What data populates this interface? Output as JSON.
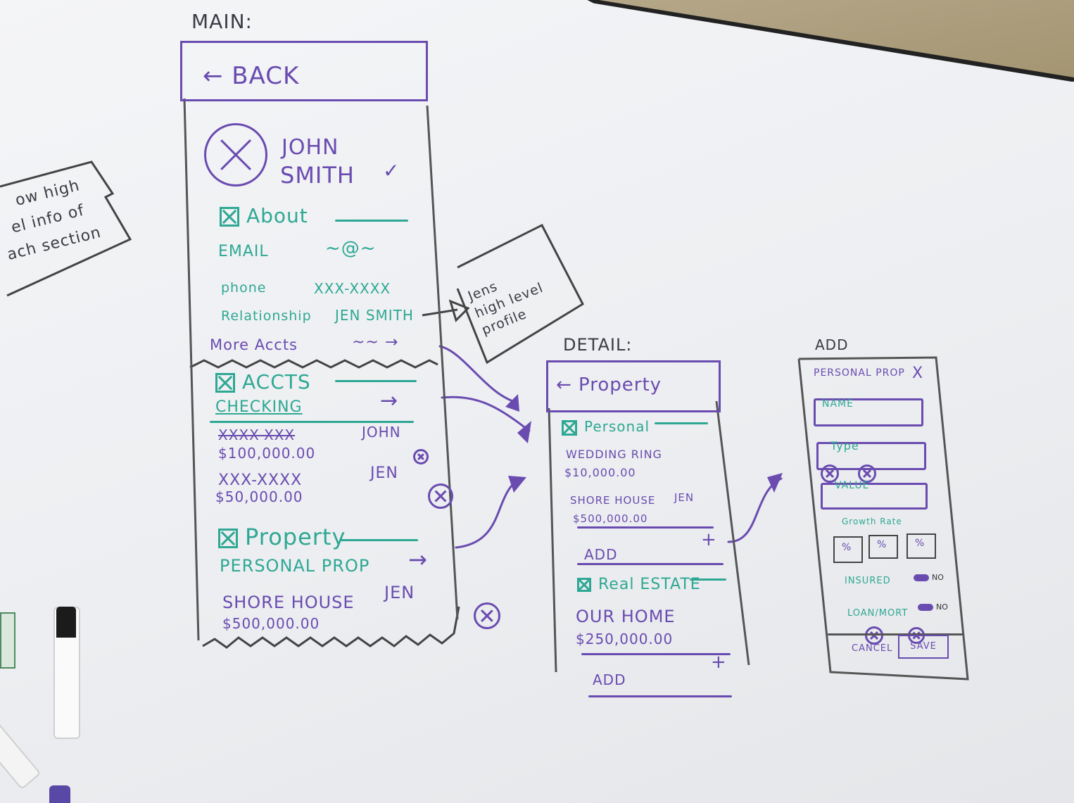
{
  "colors": {
    "purple": "#6a4bb0",
    "teal": "#2ea894",
    "ink": "#3b3b45",
    "board": "#eef0f2"
  },
  "main_label": "MAIN:",
  "detail_label": "DETAIL:",
  "add_label": "ADD",
  "left_note": [
    "ow high",
    "el info of",
    "ach section"
  ],
  "profile_note": [
    "Jens",
    "high level",
    "profile"
  ],
  "main": {
    "back_label": "← BACK",
    "profile": {
      "first": "JOHN",
      "last": "SMITH",
      "check": "✓"
    },
    "about": {
      "heading": "About",
      "rows": [
        {
          "label": "EMAIL",
          "value": "~@~"
        },
        {
          "label": "phone",
          "value": "XXX-XXXX"
        },
        {
          "label": "Relationship",
          "value": "JEN SMITH"
        },
        {
          "label": "More Accts",
          "value": "~~ →"
        }
      ]
    },
    "accts": {
      "heading": "ACCTS",
      "sub": "CHECKING",
      "sub_arrow": "→",
      "items": [
        {
          "num": "XXXX-XXX",
          "owner": "JOHN",
          "amount": "$100,000.00"
        },
        {
          "num": "XXX-XXXX",
          "owner": "JEN",
          "amount": "$50,000.00"
        }
      ]
    },
    "property": {
      "heading": "Property",
      "sub": "PERSONAL PROP",
      "sub_arrow": "→",
      "item": {
        "name": "SHORE HOUSE",
        "owner": "JEN",
        "amount": "$500,000.00"
      }
    }
  },
  "detail": {
    "title": "← Property",
    "personal": {
      "heading": "Personal",
      "items": [
        {
          "name": "WEDDING RING",
          "amount": "$10,000.00"
        },
        {
          "name": "SHORE HOUSE",
          "owner": "JEN",
          "amount": "$500,000.00"
        }
      ],
      "add": "ADD",
      "plus": "+"
    },
    "real_estate": {
      "heading": "Real ESTATE",
      "items": [
        {
          "name": "OUR HOME",
          "amount": "$250,000.00"
        }
      ],
      "add": "ADD",
      "plus": "+"
    }
  },
  "add_form": {
    "title": "PERSONAL PROP",
    "close": "X",
    "fields": [
      "NAME",
      "Type",
      "VALUE"
    ],
    "growth_label": "Growth Rate",
    "growth_boxes": [
      "%",
      "%",
      "%"
    ],
    "insured": {
      "label": "INSURED",
      "state": "NO"
    },
    "loan": {
      "label": "LOAN/MORT",
      "state": "NO"
    },
    "cancel": "CANCEL",
    "save": "SAVE"
  }
}
